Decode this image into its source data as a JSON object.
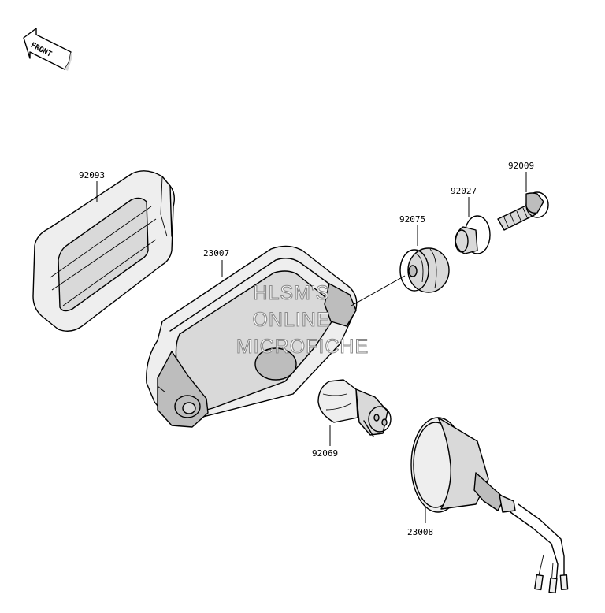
{
  "front_indicator": {
    "text": "FRONT"
  },
  "watermark": {
    "lines": [
      "HLSM'S",
      "ONLINE",
      "MICROFICHE"
    ]
  },
  "parts": [
    {
      "id": "gasket",
      "number": "92093"
    },
    {
      "id": "housing",
      "number": "23007"
    },
    {
      "id": "grommet",
      "number": "92075"
    },
    {
      "id": "collar",
      "number": "92027"
    },
    {
      "id": "screw",
      "number": "92009"
    },
    {
      "id": "bulb",
      "number": "92069"
    },
    {
      "id": "socket",
      "number": "23008"
    }
  ]
}
